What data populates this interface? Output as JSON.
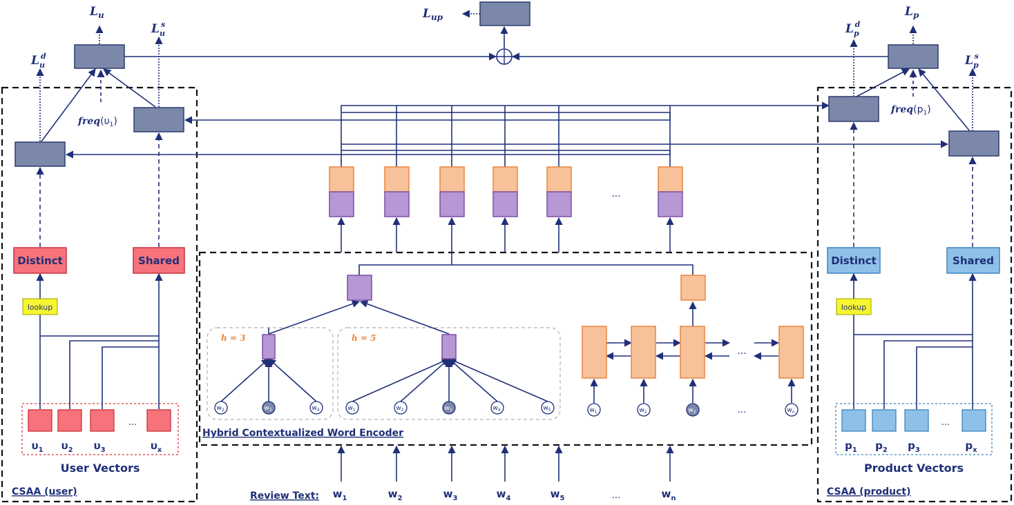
{
  "colors": {
    "line": "#1f2f78",
    "dark_box": "#7b88aa",
    "dark_box_stroke": "#2d3b6e",
    "red_fill": "#f6737b",
    "red_stroke": "#c8323c",
    "blue_fill": "#8fc1e8",
    "blue_stroke": "#3c84c0",
    "orange_fill": "#f7c19a",
    "orange_stroke": "#e8863f",
    "purple_fill": "#b598d4",
    "purple_stroke": "#7c4fa6",
    "yellow": "#f5f531"
  },
  "losses": {
    "l_u": "L",
    "l_u_sub": "u",
    "l_u_s": "L",
    "l_u_s_sub": "u",
    "l_u_s_sup": "s",
    "l_u_d": "L",
    "l_u_d_sub": "u",
    "l_u_d_sup": "d",
    "l_up": "L",
    "l_up_sub": "up",
    "l_p": "L",
    "l_p_sub": "p",
    "l_p_d": "L",
    "l_p_d_sub": "p",
    "l_p_d_sup": "d",
    "l_p_s": "L",
    "l_p_s_sub": "p",
    "l_p_s_sup": "s"
  },
  "freq_user": {
    "fn": "freq",
    "arg": "(υ",
    "arg_sub": "1",
    "close": ")"
  },
  "freq_product": {
    "fn": "freq",
    "arg": "(p",
    "arg_sub": "1",
    "close": ")"
  },
  "user": {
    "distinct": "Distinct",
    "shared": "Shared",
    "lookup": "lookup",
    "vectors": [
      {
        "base": "υ",
        "sub": "1"
      },
      {
        "base": "υ",
        "sub": "2"
      },
      {
        "base": "υ",
        "sub": "3"
      },
      {
        "base": "υ",
        "sub": "x"
      }
    ],
    "ellipsis": "...",
    "vectors_label": "User Vectors",
    "section_label": "CSAA (user)"
  },
  "product": {
    "distinct": "Distinct",
    "shared": "Shared",
    "lookup": "lookup",
    "vectors": [
      {
        "base": "p",
        "sub": "1"
      },
      {
        "base": "p",
        "sub": "2"
      },
      {
        "base": "p",
        "sub": "3"
      },
      {
        "base": "p",
        "sub": "x"
      }
    ],
    "ellipsis": "...",
    "vectors_label": "Product Vectors",
    "section_label": "CSAA (product)"
  },
  "encoder": {
    "label": "Hybrid Contextualized Word Encoder",
    "top_ellipsis": "...",
    "cnn3": {
      "h_label": "h = 3",
      "words": [
        {
          "b": "w",
          "s": "2"
        },
        {
          "b": "w",
          "s": "3"
        },
        {
          "b": "w",
          "s": "4"
        }
      ]
    },
    "cnn5": {
      "h_label": "h = 5",
      "words": [
        {
          "b": "w",
          "s": "1"
        },
        {
          "b": "w",
          "s": "2"
        },
        {
          "b": "w",
          "s": "3"
        },
        {
          "b": "w",
          "s": "4"
        },
        {
          "b": "w",
          "s": "5"
        }
      ]
    },
    "rnn_words": [
      {
        "b": "w",
        "s": "1"
      },
      {
        "b": "w",
        "s": "2"
      },
      {
        "b": "w",
        "s": "3"
      },
      {
        "b": "w",
        "s": "n"
      }
    ],
    "rnn_ellipsis": "...",
    "rnn_word_ellipsis": "..."
  },
  "review": {
    "label": "Review Text:",
    "words": [
      {
        "b": "w",
        "s": "1"
      },
      {
        "b": "w",
        "s": "2"
      },
      {
        "b": "w",
        "s": "3"
      },
      {
        "b": "w",
        "s": "4"
      },
      {
        "b": "w",
        "s": "5"
      },
      {
        "b": "w",
        "s": "n"
      }
    ],
    "ellipsis": "..."
  }
}
